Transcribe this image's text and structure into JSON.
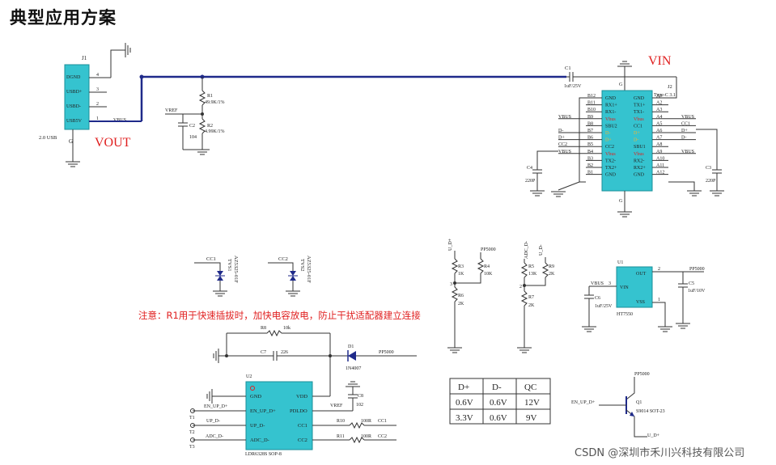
{
  "title": "典型应用方案",
  "watermark": "CSDN @深圳市禾川兴科技有限公司",
  "usb20": {
    "ref": "J1",
    "pins": [
      {
        "num": "4",
        "name": "DGND"
      },
      {
        "num": "3",
        "name": "USBD+"
      },
      {
        "num": "2",
        "name": "USBD-"
      },
      {
        "num": "1",
        "name": "USB5V"
      }
    ],
    "label": "2.0 USB",
    "g_pin": "G",
    "vbus": "VBUS"
  },
  "vout_label": "VOUT",
  "vin_label": "VIN",
  "divider": {
    "r1_ref": "R1",
    "r1_val": "49.9K/1%",
    "r2_ref": "R2",
    "r2_val": "4.99K/1%",
    "c2_ref": "C2",
    "c2_val": "104",
    "vref": "VREF"
  },
  "c1": {
    "ref": "C1",
    "val": "1uF/25V"
  },
  "typec": {
    "ref": "J2",
    "label": "Type-C 3.1",
    "g_pin": "G",
    "left_nums": [
      "B12",
      "B11",
      "B10",
      "B9",
      "B8",
      "B7",
      "B6",
      "B5",
      "B4",
      "B3",
      "B2",
      "B1"
    ],
    "left_names": [
      "GND",
      "RX1+",
      "RX1-",
      "Vbus",
      "SBU2",
      "D-",
      "D+",
      "CC2",
      "Vbus",
      "TX2-",
      "TX2+",
      "GND"
    ],
    "right_names": [
      "GND",
      "TX1+",
      "TX1-",
      "Vbus",
      "CC1",
      "D+",
      "D-",
      "SBU1",
      "Vbus",
      "RX2-",
      "RX2+",
      "GND"
    ],
    "right_nums": [
      "A1",
      "A2",
      "A3",
      "A4",
      "A5",
      "A6",
      "A7",
      "A8",
      "A9",
      "A10",
      "A11",
      "A12"
    ],
    "left_nets": [
      "",
      "",
      "",
      "VBUS",
      "",
      "D-",
      "D+",
      "CC2",
      "VBUS",
      "",
      "",
      ""
    ],
    "right_nets": [
      "",
      "",
      "",
      "VBUS",
      "CC1",
      "D+",
      "D-",
      "",
      "VBUS",
      "",
      "",
      ""
    ]
  },
  "c3": {
    "ref": "C3",
    "val": "220P"
  },
  "c4": {
    "ref": "C4",
    "val": "220P"
  },
  "tvs1": {
    "net": "CC1",
    "ref": "TVS1",
    "part": "AZ5325-01F"
  },
  "tvs2": {
    "net": "CC2",
    "ref": "TVS2",
    "part": "AZ5325-01F"
  },
  "note": "注意：R1用于快速插拔时，加快电容放电，防止干扰适配器建立连接",
  "dp_div": {
    "top": "PP5000",
    "net": "U_D+",
    "r3": "R3",
    "r3v": "1K",
    "r4": "R4",
    "r4v": "10K",
    "r6": "R6",
    "r6v": "2K",
    "pin": "3"
  },
  "dm_div": {
    "net1": "ADC_D-",
    "net2": "U_D-",
    "r5": "R5",
    "r5v": "13K",
    "r9": "R9",
    "r9v": "2K",
    "r7": "R7",
    "r7v": "2K",
    "pin": "2"
  },
  "ldo": {
    "ref": "U1",
    "part": "HT7550",
    "out": "OUT",
    "vin": "VIN",
    "vss": "VSS",
    "pin_out": "2",
    "pin_in": "3",
    "pin_gnd": "1",
    "vbus": "VBUS",
    "pp": "PP5000",
    "c5": "C5",
    "c5v": "1uF/10V",
    "c6": "C6",
    "c6v": "1uF/25V"
  },
  "u2": {
    "ref": "U2",
    "part": "LDR6328S SOP-8",
    "left": [
      "GND",
      "EN_UP_D+",
      "UP_D-",
      "ADC_D-"
    ],
    "right": [
      "VDD",
      "PDLDO",
      "CC1",
      "CC2"
    ],
    "r8": "R8",
    "r8v": "10k",
    "c7": "C7",
    "c7v": "226",
    "d1": "D1",
    "d1v": "1N4007",
    "pp": "PP5000",
    "c8": "C8",
    "c8v": "102",
    "vref": "VREF",
    "r10": "R10",
    "r10v": "100R",
    "r11": "R11",
    "r11v": "100R",
    "cc1": "CC1",
    "cc2": "CC2",
    "nets_left": [
      "EN_UP_D+",
      "UP_D-",
      "ADC_D-"
    ],
    "tps": [
      "T1",
      "T2",
      "T3"
    ]
  },
  "qtable": {
    "headers": [
      "D+",
      "D-",
      "QC"
    ],
    "rows": [
      [
        "0.6V",
        "0.6V",
        "12V"
      ],
      [
        "3.3V",
        "0.6V",
        "9V"
      ]
    ]
  },
  "q1": {
    "ref": "Q1",
    "part": "S9014 SOT-23",
    "pp": "PP5000",
    "en": "EN_UP_D+",
    "out": "U_D+"
  }
}
